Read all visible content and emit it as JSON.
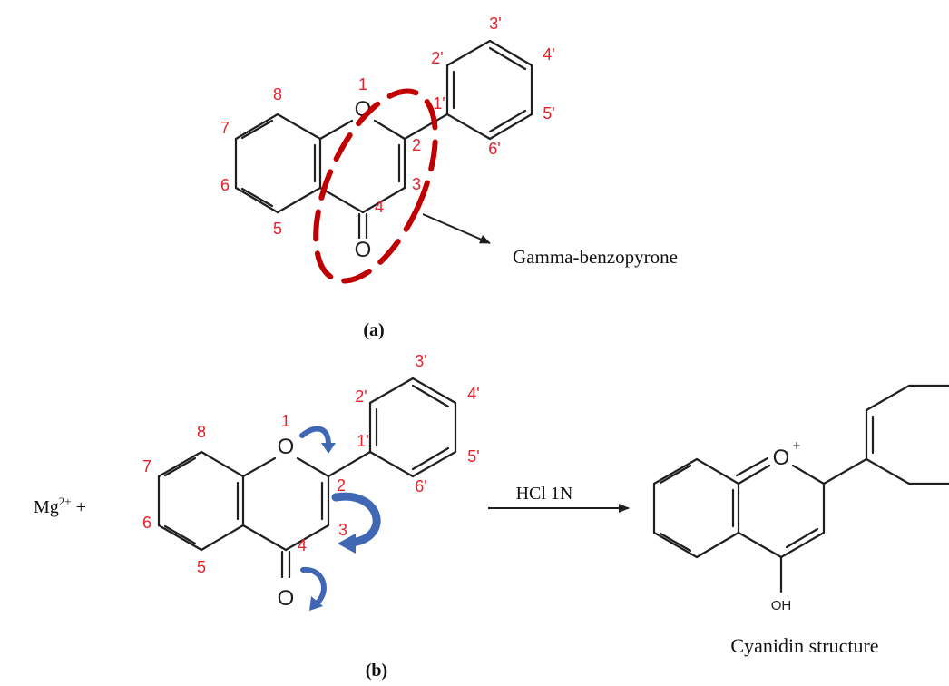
{
  "colors": {
    "numbering": "#e8202a",
    "highlight": "#c00000",
    "curved_arrow": "#3f67b4",
    "bond": "#1f1f1f"
  },
  "panel_a": {
    "caption": "(a)",
    "atom_O1": "O",
    "atom_O4": "O",
    "numbers": [
      "1",
      "2",
      "3",
      "4",
      "5",
      "6",
      "7",
      "8",
      "1'",
      "2'",
      "3'",
      "4'",
      "5'",
      "6'"
    ],
    "annotation": "Gamma-benzopyrone"
  },
  "panel_b": {
    "caption": "(b)",
    "reagent_prefix": "Mg",
    "reagent_charge": "2+",
    "reagent_plus": " +",
    "atom_O1": "O",
    "atom_O4": "O",
    "numbers": [
      "1",
      "2",
      "3",
      "4",
      "5",
      "6",
      "7",
      "8",
      "1'",
      "2'",
      "3'",
      "4'",
      "5'",
      "6'"
    ],
    "reaction_condition": "HCl 1N",
    "product_ring_oxygen": "O",
    "product_charge": "+",
    "product_hydroxyl": "OH",
    "product_name": "Cyanidin structure"
  }
}
